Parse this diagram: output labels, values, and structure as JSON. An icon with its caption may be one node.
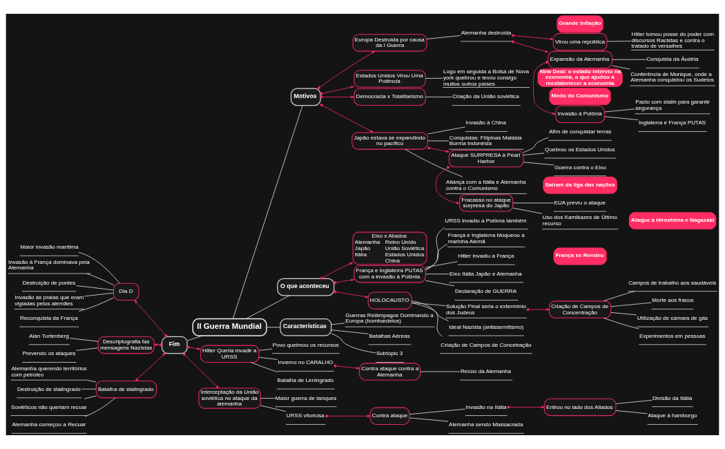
{
  "diagram": {
    "nodes": [
      {
        "text": [
          "II Guerra Mundial"
        ]
      },
      {
        "text": [
          "Motivos"
        ]
      },
      {
        "text": [
          "Europa Destruida por causa da I Guerra"
        ]
      },
      {
        "text": [
          "Alemanha destruída"
        ]
      },
      {
        "text": [
          "Grande Inflação"
        ]
      },
      {
        "text": [
          "Virou uma república"
        ]
      },
      {
        "text": [
          "Hitler tomou posse do poder com discursos Racistas e contra o tratado de versalhes"
        ]
      },
      {
        "text": [
          "Expansão da Alemanha"
        ]
      },
      {
        "text": [
          "Conquista da Áustria"
        ]
      },
      {
        "text": [
          "Conferência de Munique, onde a Alemanha conquistou os Sudetos"
        ]
      },
      {
        "text": [
          "Invasão à Polônia"
        ]
      },
      {
        "text": [
          "Inglaterra e França PUTAS"
        ]
      },
      {
        "text": [
          "Pacto com stalin para garantir segurança"
        ]
      },
      {
        "text": [
          "Estados Unidos Virou Uma Potência"
        ]
      },
      {
        "text": [
          "Logo em seguida a Bolsa de Nova york quebrou e levou consigo muitos outros países"
        ]
      },
      {
        "text": [
          "New Deal: o estado interviu na economia, o que ajudou a reestabelecer a economia"
        ]
      },
      {
        "text": [
          "Democracia x Totalitarismo"
        ]
      },
      {
        "text": [
          "Criação da União soviética"
        ]
      },
      {
        "text": [
          "Medo do Comunismo"
        ]
      },
      {
        "text": [
          "Japão estava se expandindo no pacífico"
        ]
      },
      {
        "text": [
          "Aliança com a Itália e Alemanha contra o Comunismo"
        ]
      },
      {
        "text": [
          "Saíram da liga das nações"
        ]
      },
      {
        "text": [
          "Invasão à China"
        ]
      },
      {
        "text": [
          "Conquistas: Filipinas Malásia Burma Indonésia"
        ]
      },
      {
        "text": [
          "Ataque SURPRESA à Pearl Harbor"
        ]
      },
      {
        "text": [
          "Afim de conquistar terras"
        ]
      },
      {
        "text": [
          "Quebrou os Estados Unidos"
        ]
      },
      {
        "text": [
          "Guerra contra o Eixo"
        ]
      },
      {
        "text": [
          "Fracasso no ataque surpresa do Japão"
        ]
      },
      {
        "text": [
          "EUA previu o ataque"
        ]
      },
      {
        "text": [
          "Uso dos Kamikazes de Último recurso"
        ]
      },
      {
        "text": [
          "Ataque à Hiroshima e Nagazaki"
        ]
      },
      {
        "text": [
          "O que aconteceu"
        ]
      },
      {
        "text": [
          "Eixo x Aliados",
          "Alemanha",
          "Reino Unido",
          "Japão",
          "União Soviética",
          "Itália",
          "Estados Unidos",
          "China"
        ]
      },
      {
        "text": [
          "França e Inglaterra PUTAS com a invasão à Polônia"
        ]
      },
      {
        "text": [
          "Declaração de GUERRA"
        ]
      },
      {
        "text": [
          "URSS invadiu a Polônia também"
        ]
      },
      {
        "text": [
          "França e Inglaterra bloqueou a marinha Alemã"
        ]
      },
      {
        "text": [
          "Hitler invadiu a França"
        ]
      },
      {
        "text": [
          "França se Rendeu"
        ]
      },
      {
        "text": [
          "Eixo Itália Japão e Alemanha"
        ]
      },
      {
        "text": [
          "HOLOCAUSTO"
        ]
      },
      {
        "text": [
          "Ideal Nazista (antissemitismo)"
        ]
      },
      {
        "text": [
          "Criação de Campos de Concetração"
        ]
      },
      {
        "text": [
          "Solução Final seria o extermínio dos Judeus"
        ]
      },
      {
        "text": [
          "Criação de Campos de Concentração"
        ]
      },
      {
        "text": [
          "Campos de trabalho aos saudáveis"
        ]
      },
      {
        "text": [
          "Morte aos fracos"
        ]
      },
      {
        "text": [
          "Utilização de camara de gás"
        ]
      },
      {
        "text": [
          "Experimentos em pessoas"
        ]
      },
      {
        "text": [
          "Características"
        ]
      },
      {
        "text": [
          "Guerras Relâmpagos Dominando a Europa (bombardeios)"
        ]
      },
      {
        "text": [
          "Batalhas Aéreas"
        ]
      },
      {
        "text": [
          "Subtópic 3"
        ]
      },
      {
        "text": [
          "Fim"
        ]
      },
      {
        "text": [
          "Dia D"
        ]
      },
      {
        "text": [
          "Maior invasão marítima"
        ]
      },
      {
        "text": [
          "Invasão à França dominava pela Alemanha"
        ]
      },
      {
        "text": [
          "Destruição de pontes"
        ]
      },
      {
        "text": [
          "Invasão às praias que eram vigiadas pelos alemães"
        ]
      },
      {
        "text": [
          "Reconquista da França"
        ]
      },
      {
        "text": [
          "Descriptografia fas mensagens Nazistas"
        ]
      },
      {
        "text": [
          "Alan Turtenberg"
        ]
      },
      {
        "text": [
          "Prevendo os ataques"
        ]
      },
      {
        "text": [
          "Hitler Queria invadir a URSS"
        ]
      },
      {
        "text": [
          "Batalha de Leningrado"
        ]
      },
      {
        "text": [
          "Povo queimou os recursos"
        ]
      },
      {
        "text": [
          "Inverno no CARALHO"
        ]
      },
      {
        "text": [
          "Contra ataque contra a Alemanha"
        ]
      },
      {
        "text": [
          "Recúo da Alemanha"
        ]
      },
      {
        "text": [
          "Batalha de stalingrado"
        ]
      },
      {
        "text": [
          "Alemanha querendo territórios com petróleo"
        ]
      },
      {
        "text": [
          "Destruição de stalingrado"
        ]
      },
      {
        "text": [
          "Soviéticos não queriam recuar"
        ]
      },
      {
        "text": [
          "Alemanha começou a Recuar"
        ]
      },
      {
        "text": [
          "Interceptação da União soviética no ataque da alemanha"
        ]
      },
      {
        "text": [
          "Maior guerra de tanques"
        ]
      },
      {
        "text": [
          "URSS vitoriosa"
        ]
      },
      {
        "text": [
          "Contra ataque"
        ]
      },
      {
        "text": [
          "Alemanha sendo Massacrada"
        ]
      },
      {
        "text": [
          "Invasão na Itália"
        ]
      },
      {
        "text": [
          "Entrou no lado dos Aliados"
        ]
      },
      {
        "text": [
          "Divisão da Itália"
        ]
      },
      {
        "text": [
          "Ataque à hamburgo"
        ]
      }
    ],
    "edges": [
      {
        "from": 0,
        "to": 1,
        "arrow": "none"
      },
      {
        "from": 1,
        "to": 2,
        "arrow": "to",
        "color": "#f0285f"
      },
      {
        "from": 2,
        "to": 3,
        "arrow": "none"
      },
      {
        "from": 3,
        "to": 5,
        "arrow": "to",
        "color": "#f0285f"
      },
      {
        "from": 5,
        "to": 6,
        "arrow": "none"
      },
      {
        "from": 3,
        "to": 7,
        "arrow": "to",
        "color": "#f0285f"
      },
      {
        "from": 7,
        "to": 8,
        "arrow": "none"
      },
      {
        "from": 7,
        "to": 9,
        "arrow": "none"
      },
      {
        "from": 7,
        "to": 10,
        "arrow": "to",
        "color": "#f0285f"
      },
      {
        "from": 10,
        "to": 11,
        "arrow": "none"
      },
      {
        "from": 10,
        "to": 12,
        "arrow": "none"
      },
      {
        "from": 1,
        "to": 13,
        "arrow": "to",
        "color": "#f0285f"
      },
      {
        "from": 13,
        "to": 14,
        "arrow": "none"
      },
      {
        "from": 1,
        "to": 16,
        "arrow": "to",
        "color": "#f0285f"
      },
      {
        "from": 16,
        "to": 17,
        "arrow": "none"
      },
      {
        "from": 1,
        "to": 19,
        "arrow": "to",
        "color": "#f0285f"
      },
      {
        "from": 19,
        "to": 20,
        "arrow": "none"
      },
      {
        "from": 19,
        "to": 22,
        "arrow": "none"
      },
      {
        "from": 19,
        "to": 23,
        "arrow": "none"
      },
      {
        "from": 19,
        "to": 24,
        "arrow": "to",
        "color": "#f0285f"
      },
      {
        "from": 24,
        "to": 25,
        "arrow": "none"
      },
      {
        "from": 24,
        "to": 26,
        "arrow": "none"
      },
      {
        "from": 24,
        "to": 27,
        "arrow": "none"
      },
      {
        "from": 24,
        "to": 28,
        "arrow": "to",
        "color": "#f0285f"
      },
      {
        "from": 28,
        "to": 29,
        "arrow": "none"
      },
      {
        "from": 28,
        "to": 30,
        "arrow": "none"
      },
      {
        "from": 0,
        "to": 32,
        "arrow": "none"
      },
      {
        "from": 32,
        "to": 33,
        "arrow": "to",
        "color": "#f0285f"
      },
      {
        "from": 32,
        "to": 34,
        "arrow": "to",
        "color": "#f0285f"
      },
      {
        "from": 34,
        "to": 35,
        "arrow": "none"
      },
      {
        "from": 34,
        "to": 36,
        "arrow": "none"
      },
      {
        "from": 34,
        "to": 37,
        "arrow": "none"
      },
      {
        "from": 34,
        "to": 38,
        "arrow": "none"
      },
      {
        "from": 34,
        "to": 40,
        "arrow": "none"
      },
      {
        "from": 32,
        "to": 41,
        "arrow": "to",
        "color": "#f0285f"
      },
      {
        "from": 41,
        "to": 42,
        "arrow": "none"
      },
      {
        "from": 41,
        "to": 43,
        "arrow": "none"
      },
      {
        "from": 41,
        "to": 44,
        "arrow": "none"
      },
      {
        "from": 44,
        "to": 45,
        "arrow": "to",
        "color": "#f0285f"
      },
      {
        "from": 45,
        "to": 46,
        "arrow": "none"
      },
      {
        "from": 45,
        "to": 47,
        "arrow": "none"
      },
      {
        "from": 45,
        "to": 48,
        "arrow": "none"
      },
      {
        "from": 45,
        "to": 49,
        "arrow": "none"
      },
      {
        "from": 0,
        "to": 50,
        "arrow": "none"
      },
      {
        "from": 50,
        "to": 51,
        "arrow": "none"
      },
      {
        "from": 50,
        "to": 52,
        "arrow": "none"
      },
      {
        "from": 50,
        "to": 53,
        "arrow": "none"
      },
      {
        "from": 0,
        "to": 54,
        "arrow": "none"
      },
      {
        "from": 54,
        "to": 55,
        "arrow": "to",
        "color": "#f0285f"
      },
      {
        "from": 55,
        "to": 56,
        "arrow": "none"
      },
      {
        "from": 55,
        "to": 57,
        "arrow": "none"
      },
      {
        "from": 55,
        "to": 58,
        "arrow": "none"
      },
      {
        "from": 55,
        "to": 59,
        "arrow": "none"
      },
      {
        "from": 55,
        "to": 60,
        "arrow": "none"
      },
      {
        "from": 54,
        "to": 61,
        "arrow": "to",
        "color": "#f0285f"
      },
      {
        "from": 61,
        "to": 62,
        "arrow": "none"
      },
      {
        "from": 61,
        "to": 63,
        "arrow": "none"
      },
      {
        "from": 54,
        "to": 64,
        "arrow": "to",
        "color": "#f0285f"
      },
      {
        "from": 64,
        "to": 65,
        "arrow": "none"
      },
      {
        "from": 64,
        "to": 66,
        "arrow": "none"
      },
      {
        "from": 64,
        "to": 67,
        "arrow": "none"
      },
      {
        "from": 67,
        "to": 68,
        "arrow": "to",
        "color": "#f0285f"
      },
      {
        "from": 68,
        "to": 69,
        "arrow": "none"
      },
      {
        "from": 54,
        "to": 70,
        "arrow": "to",
        "color": "#f0285f"
      },
      {
        "from": 70,
        "to": 71,
        "arrow": "none"
      },
      {
        "from": 70,
        "to": 72,
        "arrow": "none"
      },
      {
        "from": 70,
        "to": 73,
        "arrow": "none"
      },
      {
        "from": 70,
        "to": 74,
        "arrow": "none"
      },
      {
        "from": 54,
        "to": 75,
        "arrow": "to",
        "color": "#f0285f"
      },
      {
        "from": 75,
        "to": 76,
        "arrow": "none"
      },
      {
        "from": 75,
        "to": 77,
        "arrow": "none"
      },
      {
        "from": 77,
        "to": 78,
        "arrow": "to",
        "color": "#f0285f"
      },
      {
        "from": 78,
        "to": 79,
        "arrow": "none"
      },
      {
        "from": 78,
        "to": 80,
        "arrow": "none"
      },
      {
        "from": 80,
        "to": 81,
        "arrow": "to",
        "color": "#f0285f"
      },
      {
        "from": 81,
        "to": 82,
        "arrow": "none"
      },
      {
        "from": 81,
        "to": 83,
        "arrow": "none"
      }
    ]
  }
}
